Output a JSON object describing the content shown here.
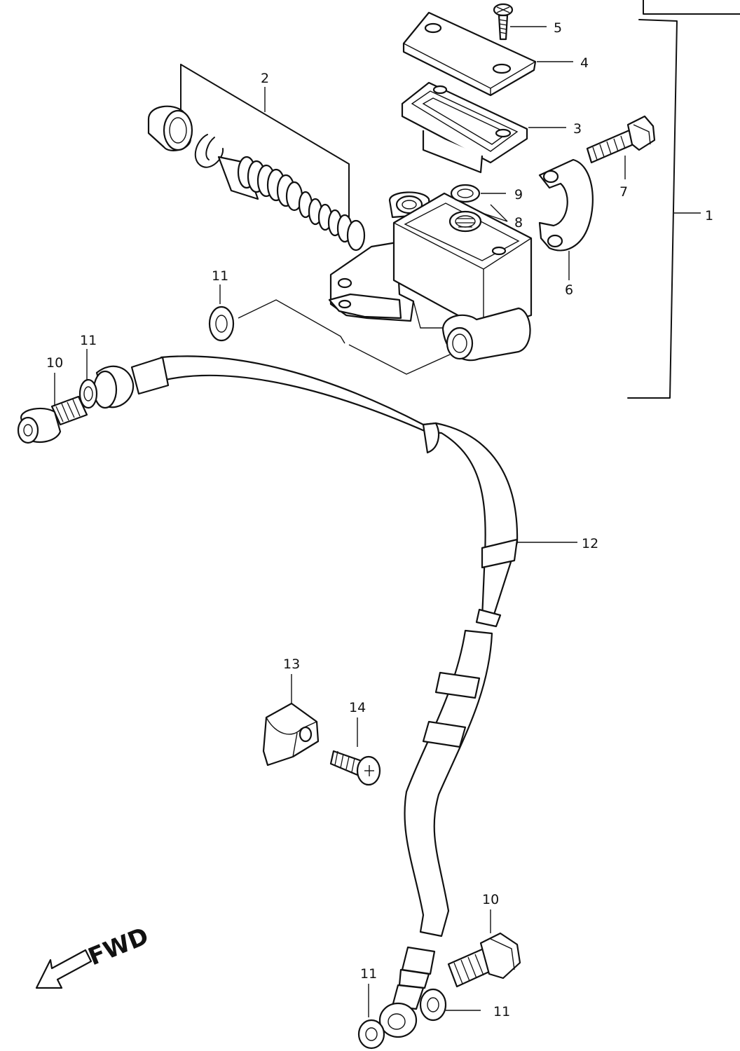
{
  "callouts": {
    "c1": "1",
    "c2": "2",
    "c3": "3",
    "c4": "4",
    "c5": "5",
    "c6": "6",
    "c7": "7",
    "c8": "8",
    "c9": "9",
    "c10a": "10",
    "c10b": "10",
    "c11a": "11",
    "c11b": "11",
    "c11c": "11",
    "c11d": "11",
    "c12": "12",
    "c13": "13",
    "c14": "14"
  },
  "direction": {
    "label": "FWD"
  }
}
